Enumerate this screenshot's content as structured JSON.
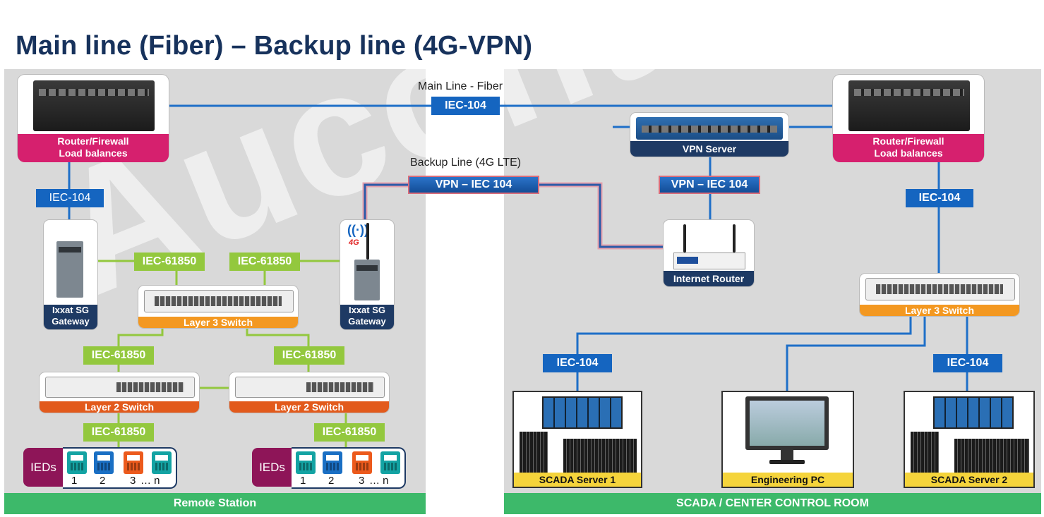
{
  "title": "Main line (Fiber) – Backup line (4G-VPN)",
  "watermark": "Aucontech",
  "links": {
    "main_line_label": "Main Line - Fiber",
    "backup_line_label": "Backup Line (4G LTE)",
    "main_protocol": "IEC-104",
    "vpn_protocol_left": "VPN – IEC 104",
    "vpn_protocol_right": "VPN – IEC 104"
  },
  "remote": {
    "router_label_1": "Router/Firewall",
    "router_label_2": "Load balances",
    "router_protocol": "IEC-104",
    "gateway_left_1": "Ixxat SG",
    "gateway_left_2": "Gateway",
    "gateway_right_1": "Ixxat SG",
    "gateway_right_2": "Gateway",
    "gateway_4g": "4G",
    "iec61850_a": "IEC-61850",
    "iec61850_b": "IEC-61850",
    "iec61850_c": "IEC-61850",
    "iec61850_d": "IEC-61850",
    "iec61850_e": "IEC-61850",
    "iec61850_f": "IEC-61850",
    "l3_switch": "Layer 3 Switch",
    "l2_switch_left": "Layer 2 Switch",
    "l2_switch_right": "Layer 2 Switch",
    "ieds_left": "IEDs",
    "ieds_right": "IEDs",
    "ied_numbers": [
      "1",
      "2",
      "3",
      "… n"
    ],
    "footer": "Remote Station"
  },
  "center": {
    "vpn_server": "VPN Server",
    "internet_router": "Internet Router",
    "router_label_1": "Router/Firewall",
    "router_label_2": "Load balances",
    "router_protocol": "IEC-104",
    "l3_switch": "Layer 3 Switch",
    "scada1_protocol": "IEC-104",
    "scada2_protocol": "IEC-104",
    "scada1": "SCADA Server 1",
    "engineering_pc": "Engineering PC",
    "scada2": "SCADA Server 2",
    "footer": "SCADA / CENTER CONTROL ROOM"
  },
  "colors": {
    "title": "#17325c",
    "panel": "#d9d9d9",
    "footer": "#3db96a",
    "fiber": "#1e6fc8",
    "green_link": "#93c83e",
    "router_band": "#d6206e",
    "l3_band": "#f39821",
    "l2_band": "#e25a1c",
    "scada_band": "#f5d43b"
  }
}
